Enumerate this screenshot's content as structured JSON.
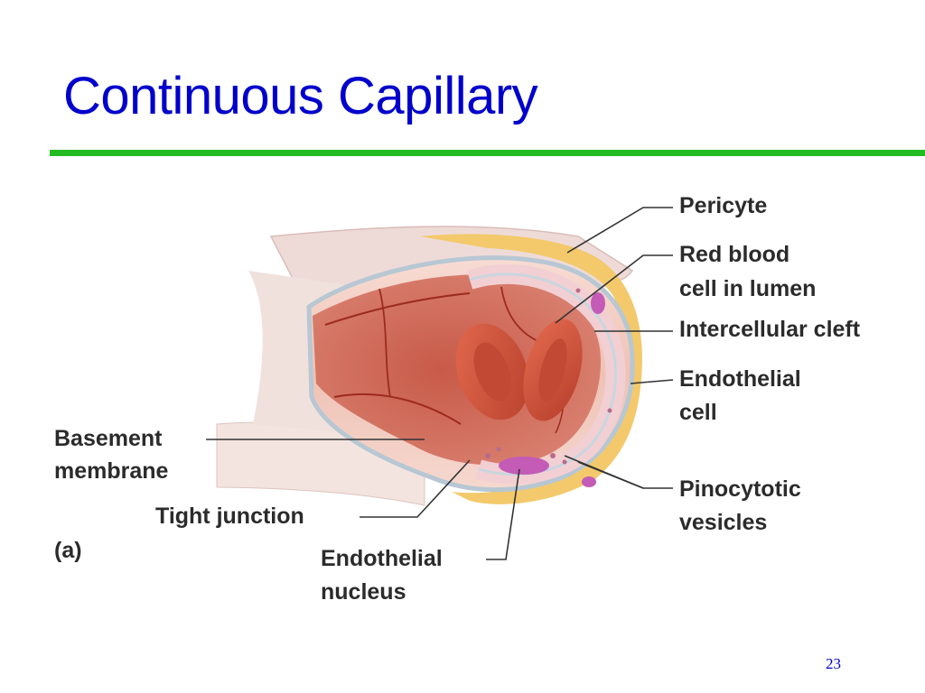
{
  "slide": {
    "title": "Continuous Capillary",
    "page_number": "23"
  },
  "diagram": {
    "panel_label": "(a)",
    "labels": {
      "pericyte": "Pericyte",
      "red_blood_cell_line1": "Red blood",
      "red_blood_cell_line2": "cell in lumen",
      "intercellular_cleft": "Intercellular cleft",
      "endothelial_cell_line1": "Endothelial",
      "endothelial_cell_line2": "cell",
      "pinocytotic_line1": "Pinocytotic",
      "pinocytotic_line2": "vesicles",
      "basement_line1": "Basement",
      "basement_line2": "membrane",
      "tight_junction": "Tight junction",
      "endothelial_nucleus_line1": "Endothelial",
      "endothelial_nucleus_line2": "nucleus"
    },
    "colors": {
      "title": "#0000cc",
      "rule": "#22bb22",
      "label_text": "#2b2b2b"
    }
  }
}
